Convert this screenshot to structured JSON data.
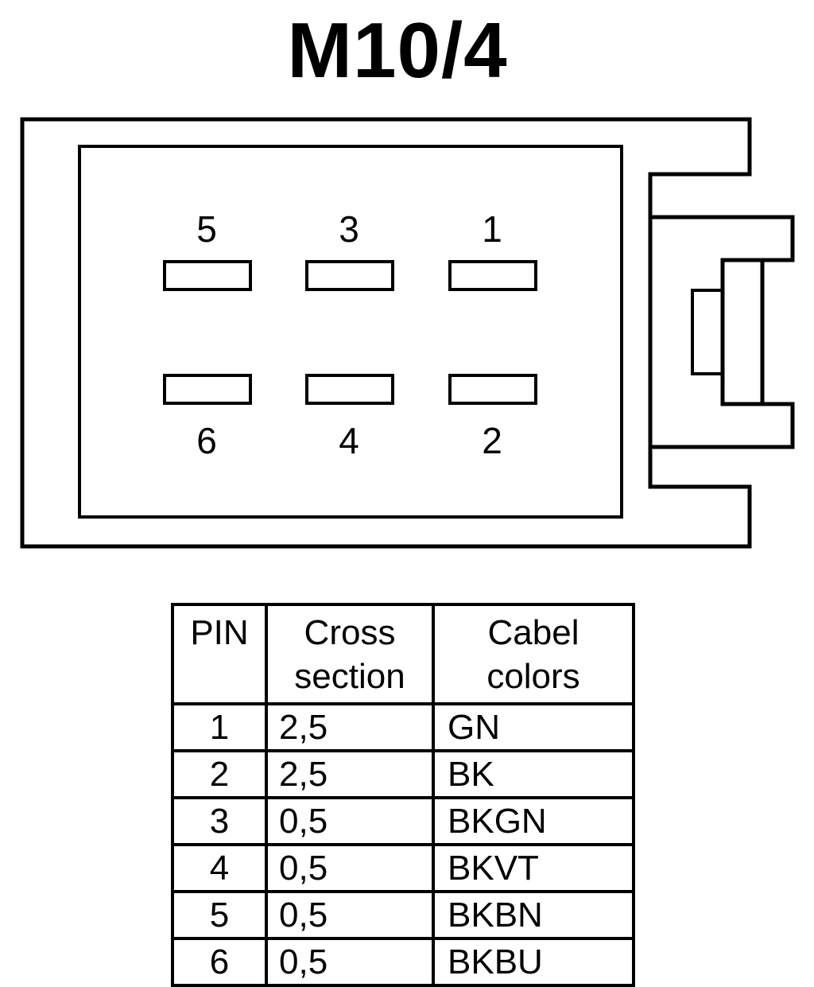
{
  "title": "M10/4",
  "connector": {
    "top_row_labels": [
      "5",
      "3",
      "1"
    ],
    "bottom_row_labels": [
      "6",
      "4",
      "2"
    ]
  },
  "table": {
    "headers": {
      "pin": "PIN",
      "cross_line1": "Cross",
      "cross_line2": "section",
      "color_line1": "Cabel",
      "color_line2": "colors"
    },
    "rows": [
      {
        "pin": "1",
        "cross_section": "2,5",
        "color": "GN"
      },
      {
        "pin": "2",
        "cross_section": "2,5",
        "color": "BK"
      },
      {
        "pin": "3",
        "cross_section": "0,5",
        "color": "BKGN"
      },
      {
        "pin": "4",
        "cross_section": "0,5",
        "color": "BKVT"
      },
      {
        "pin": "5",
        "cross_section": "0,5",
        "color": "BKBN"
      },
      {
        "pin": "6",
        "cross_section": "0,5",
        "color": "BKBU"
      }
    ]
  }
}
